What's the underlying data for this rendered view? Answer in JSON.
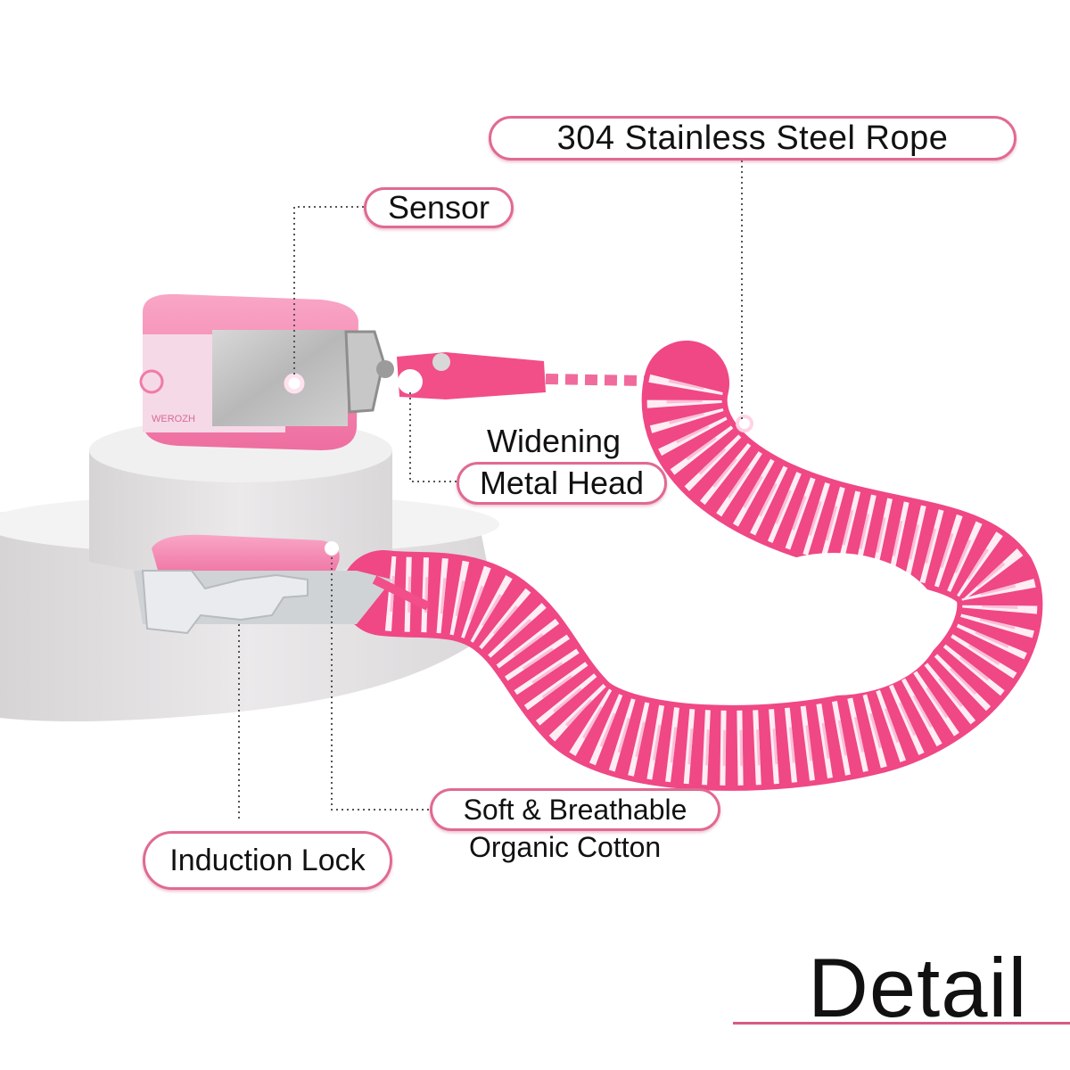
{
  "labels": {
    "rope": "304 Stainless Steel  Rope",
    "sensor": "Sensor",
    "widening": "Widening",
    "metal_head": "Metal Head",
    "soft_breathable": "Soft & Breathable",
    "organic_cotton": "Organic Cotton",
    "induction_lock": "Induction Lock"
  },
  "logo": {
    "text": "WEROZH"
  },
  "title": "Detail",
  "colors": {
    "accent": "#e06a92",
    "cable_pink": "#f0508a",
    "band_pink": "#f58ab4",
    "reflective_gray": "#c4c4c4",
    "pedestal": "#e4e2e3"
  }
}
